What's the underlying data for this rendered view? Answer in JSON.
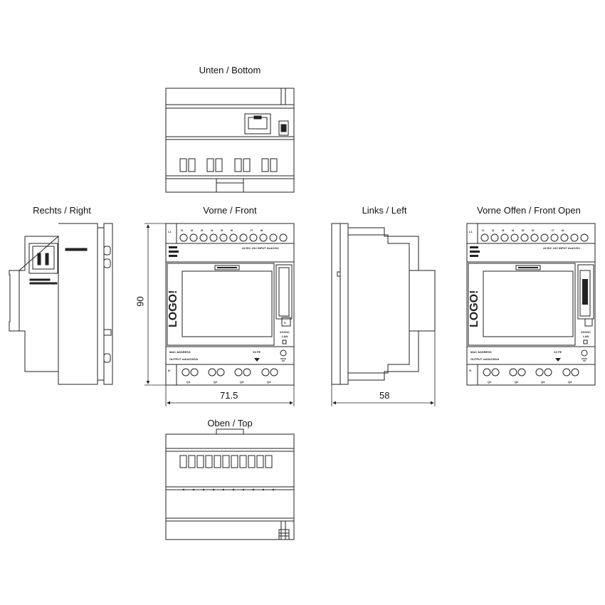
{
  "views": {
    "bottom": "Unten / Bottom",
    "right": "Rechts / Right",
    "front": "Vorne / Front",
    "left": "Links / Left",
    "front_open": "Vorne Offen / Front Open",
    "top": "Oben / Top"
  },
  "dimensions": {
    "height": "90",
    "front_width": "71.5",
    "side_depth": "58"
  },
  "device": {
    "brand": "LOGO!",
    "terminal_labels": [
      "I1",
      "I2",
      "I3",
      "I4",
      "I5",
      "I6",
      "I7",
      "I8"
    ],
    "output_labels": [
      "Q1",
      "Q2",
      "Q3",
      "Q4"
    ],
    "input_marking": "AC/DC 24V INPUT 8xAC/DC",
    "mac_address": "MAC ADDRESS",
    "output_marking": "OUTPUT 4x6A/230VA",
    "lan_marking": "24V/DC LAN",
    "x3_marking": "X3 FE"
  }
}
